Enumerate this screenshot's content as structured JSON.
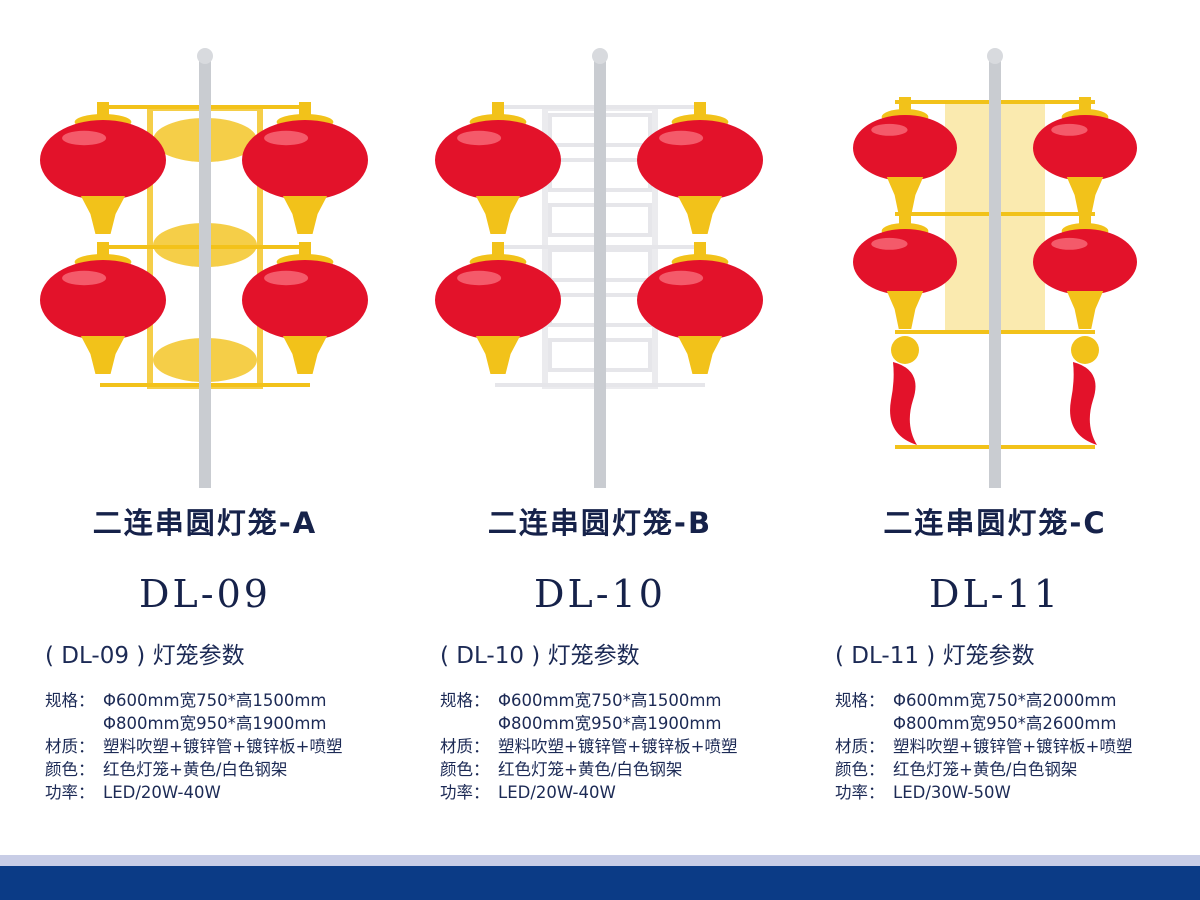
{
  "colors": {
    "lantern": "#e3122a",
    "gold": "#f2c21a",
    "white_frame": "#e6e6ea",
    "pole": "#c9ccd1",
    "text": "#1c2a55",
    "footer": "#0b3b86"
  },
  "products": [
    {
      "type": "A",
      "title": "二连串圆灯笼-A",
      "model": "DL-09",
      "param_header": "( DL-09 ) 灯笼参数",
      "spec_label": "规格：",
      "spec_1": "Φ600mm宽750*高1500mm",
      "spec_2": "Φ800mm宽950*高1900mm",
      "material_label": "材质：",
      "material": "塑料吹塑+镀锌管+镀锌板+喷塑",
      "color_label": "颜色：",
      "color": "红色灯笼+黄色/白色钢架",
      "power_label": "功率：",
      "power": "LED/20W-40W"
    },
    {
      "type": "B",
      "title": "二连串圆灯笼-B",
      "model": "DL-10",
      "param_header": "( DL-10 ) 灯笼参数",
      "spec_label": "规格：",
      "spec_1": "Φ600mm宽750*高1500mm",
      "spec_2": "Φ800mm宽950*高1900mm",
      "material_label": "材质：",
      "material": "塑料吹塑+镀锌管+镀锌板+喷塑",
      "color_label": "颜色：",
      "color": "红色灯笼+黄色/白色钢架",
      "power_label": "功率：",
      "power": "LED/20W-40W"
    },
    {
      "type": "C",
      "title": "二连串圆灯笼-C",
      "model": "DL-11",
      "param_header": "( DL-11 ) 灯笼参数",
      "spec_label": "规格：",
      "spec_1": "Φ600mm宽750*高2000mm",
      "spec_2": "Φ800mm宽950*高2600mm",
      "material_label": "材质：",
      "material": "塑料吹塑+镀锌管+镀锌板+喷塑",
      "color_label": "颜色：",
      "color": "红色灯笼+黄色/白色钢架",
      "power_label": "功率：",
      "power": "LED/30W-50W"
    }
  ]
}
